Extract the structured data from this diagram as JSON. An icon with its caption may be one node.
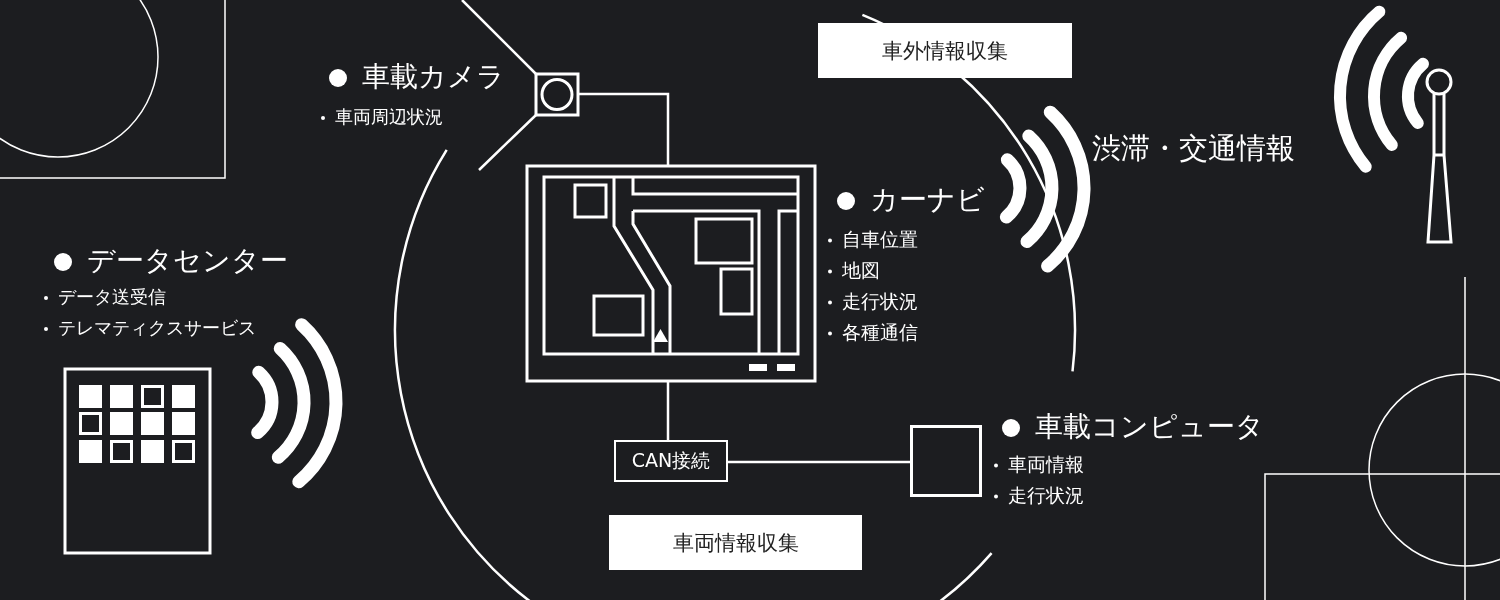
{
  "diagram": {
    "nodes": [
      {
        "text": [],
        "shape": "picture",
        "beside": [
          "車載カメラ",
          "車両周辺状況"
        ]
      },
      {
        "text": [
          "車外情報収集"
        ]
      },
      {
        "text": [],
        "shape": "picture"
      },
      {
        "text": [],
        "shape": "picture",
        "beside": [
          "カーナビ",
          "自車位置",
          "地図",
          "走行状況",
          "各種通信"
        ]
      },
      {
        "text": [],
        "shape": "picture",
        "beside": [
          "データセンター",
          "データ送受信",
          "テレマティクスサービス"
        ]
      },
      {
        "text": [
          "CAN接続"
        ]
      },
      {
        "text": [],
        "shape": "box",
        "beside": [
          "車載コンピュータ",
          "車両情報",
          "走行状況"
        ]
      },
      {
        "text": [
          "車両情報収集"
        ]
      }
    ],
    "edges": [
      {
        "from": 0,
        "to": 3,
        "arrow": "none"
      },
      {
        "from": 3,
        "to": 5,
        "arrow": "none"
      },
      {
        "from": 5,
        "to": 6,
        "arrow": "none"
      }
    ],
    "labels": [
      "渋滞・交通情報"
    ]
  }
}
